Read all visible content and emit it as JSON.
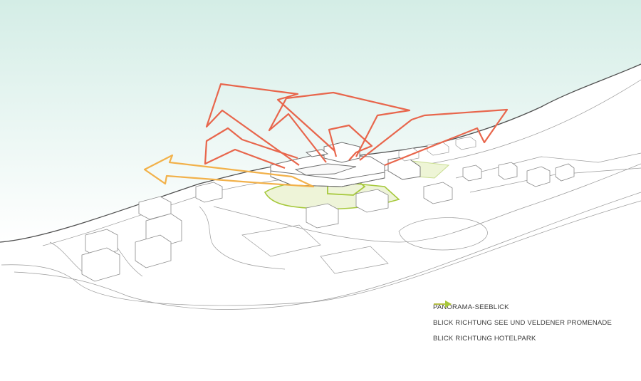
{
  "colors": {
    "panorama": "#e8664c",
    "see_promenade": "#f2b14a",
    "hotelpark": "#a6c83b",
    "lake_top": "#d4ede6",
    "shoreline": "#505050",
    "linework": "#9a9a9a"
  },
  "legend": [
    {
      "label": "PANORAMA-SEEBLICK",
      "color": "#e8664c",
      "icon": "arrow-icon"
    },
    {
      "label": "BLICK RICHTUNG SEE UND VELDENER PROMENADE",
      "color": "#f2b14a",
      "icon": "arrow-icon"
    },
    {
      "label": "BLICK RICHTUNG HOTELPARK",
      "color": "#a6c83b",
      "icon": "arrow-icon"
    }
  ]
}
